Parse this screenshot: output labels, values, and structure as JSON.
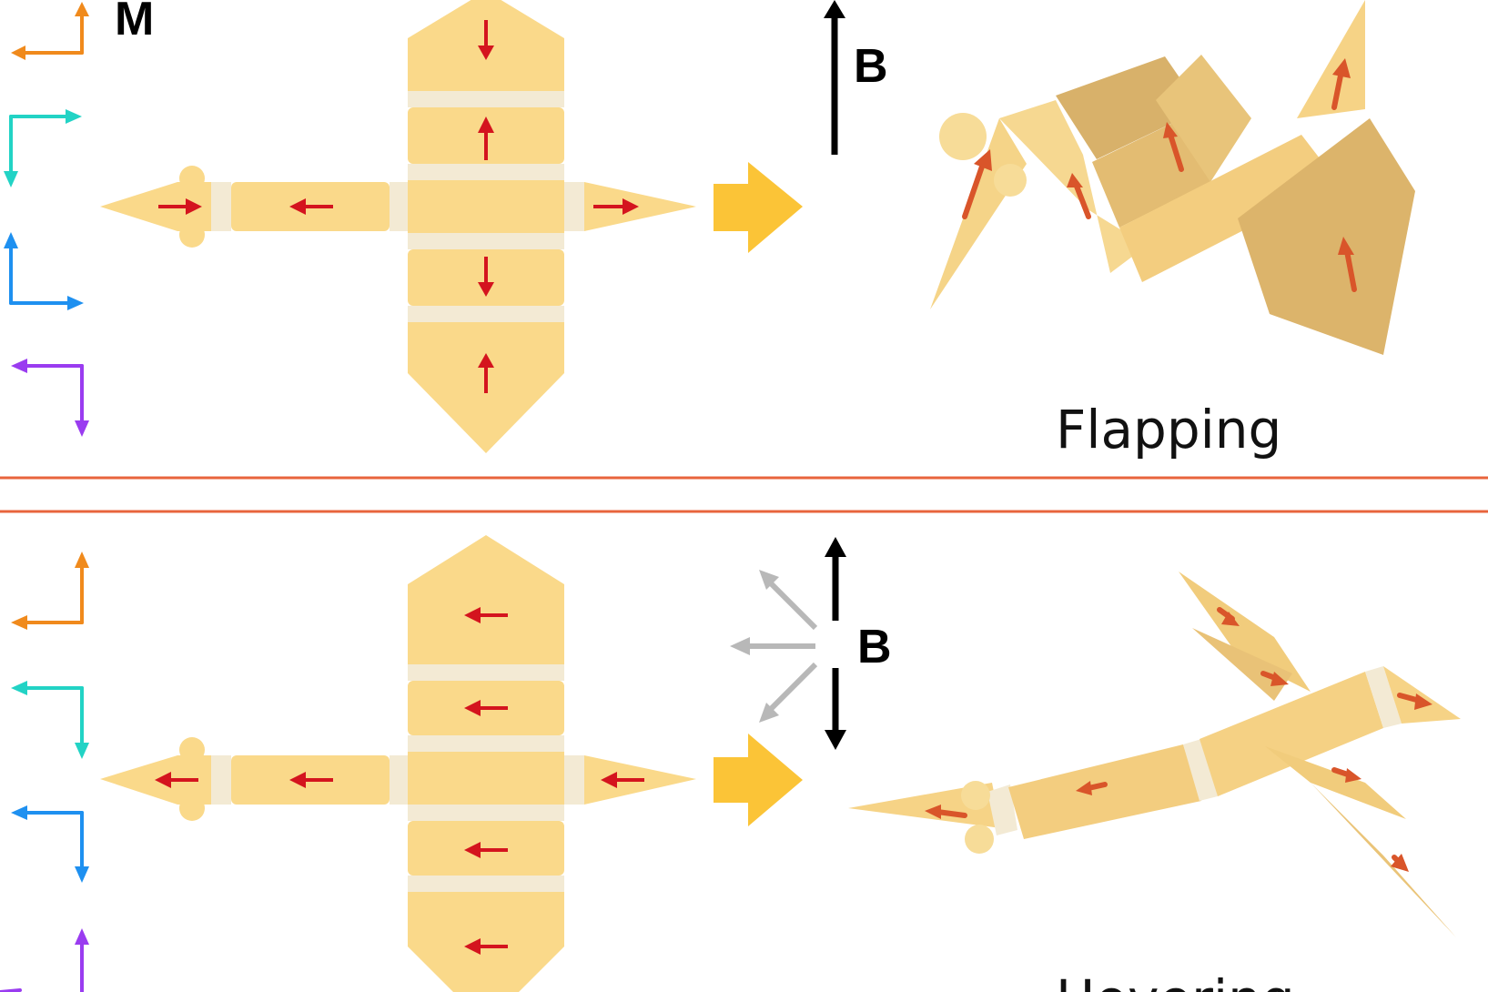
{
  "colors": {
    "orange": "#f08a1c",
    "cyan": "#22d3c5",
    "blue": "#1e90f0",
    "purple": "#9a3cf0",
    "body": "#fad98a",
    "body_dark": "#e9c277",
    "joint": "#f3ead4",
    "magnet_arrow": "#d4141e",
    "forward_arrow": "#fbc437",
    "field_arrow": "#000000",
    "field_arrow_alt": "#b8b8b8",
    "divider": "#e8643c"
  },
  "top_panel": {
    "magnetization_label": "M",
    "field_label": "B",
    "mode_label": "Flapping"
  },
  "bottom_panel": {
    "field_label": "B",
    "mode_label": "Hovering"
  }
}
